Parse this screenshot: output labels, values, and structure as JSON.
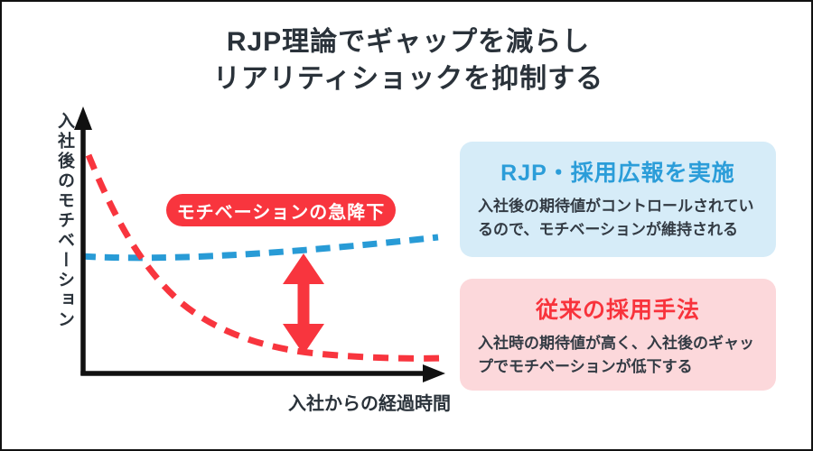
{
  "title": {
    "line1": "RJP理論でギャップを減らし",
    "line2": "リアリティショックを抑制する",
    "color": "#2a323a"
  },
  "chart": {
    "y_axis_label": "入社後のモチベーション",
    "x_axis_label": "入社からの経過時間",
    "axis_color": "#111111",
    "annotation_badge": {
      "label": "モチベーションの急降下",
      "bg_color": "#f8353e",
      "text_color": "#ffffff"
    }
  },
  "chart_data": {
    "type": "line",
    "title": "RJP理論でギャップを減らし リアリティショックを抑制する",
    "xlabel": "入社からの経過時間",
    "ylabel": "入社後のモチベーション",
    "grid": false,
    "axes_numeric": false,
    "series": [
      {
        "name": "RJP・採用広報を実施",
        "color": "#289bd6",
        "line_style": "dashed",
        "shape": "nearly flat, slightly rising over time",
        "values_normalized": [
          0.46,
          0.455,
          0.45,
          0.455,
          0.47,
          0.5,
          0.54
        ]
      },
      {
        "name": "従来の採用手法",
        "color": "#f8353e",
        "line_style": "dashed",
        "shape": "steep exponential decline that flattens near bottom",
        "values_normalized": [
          0.86,
          0.52,
          0.3,
          0.17,
          0.1,
          0.07,
          0.06
        ]
      }
    ],
    "annotations": [
      {
        "type": "badge",
        "text": "モチベーションの急降下",
        "color": "#f8353e"
      },
      {
        "type": "double-arrow",
        "meaning": "gap between the two motivation curves",
        "color": "#f8353e"
      }
    ],
    "legend_position": "right-side info boxes"
  },
  "info_boxes": {
    "rjp": {
      "title": "RJP・採用広報を実施",
      "body": "入社後の期待値がコントロールされているので、モチベーションが維持される",
      "bg_color": "#d6ecf8",
      "title_color": "#2b9dd9"
    },
    "conventional": {
      "title": "従来の採用手法",
      "body": "入社時の期待値が高く、入社後のギャップでモチベーションが低下する",
      "bg_color": "#fcd8db",
      "title_color": "#f8333c"
    }
  }
}
